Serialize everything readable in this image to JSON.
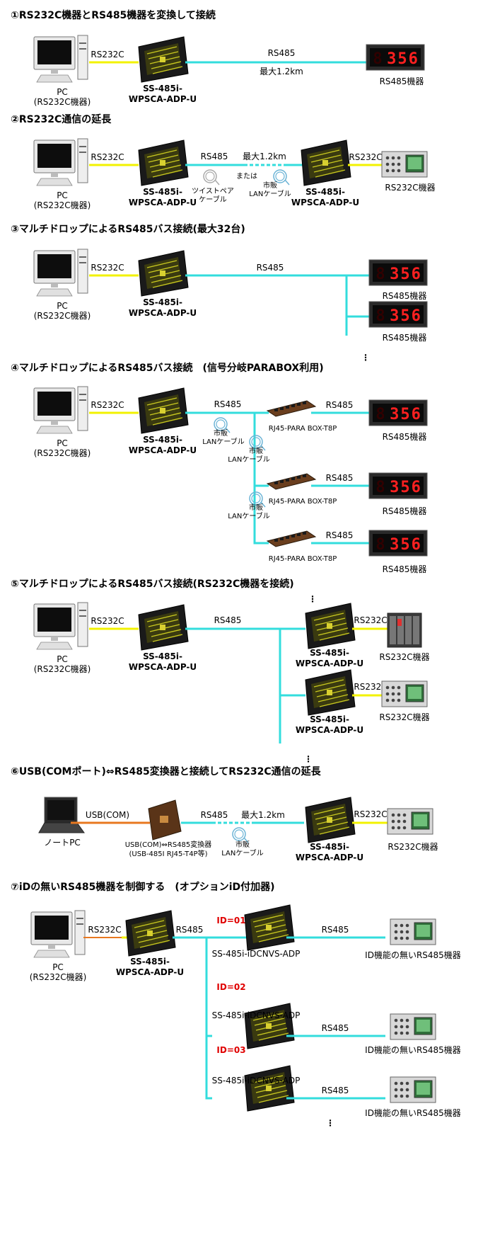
{
  "colors": {
    "rs232c": "#f2f200",
    "rs485": "#33dddd",
    "usb": "#e87820",
    "led": "#ff2020",
    "id_red": "#e00000"
  },
  "labels": {
    "pc": "PC",
    "pc_sub": "(RS232C機器)",
    "rs232c": "RS232C",
    "rs485": "RS485",
    "max_len": "最大1.2km",
    "dev_top": "SS-485i-",
    "dev_bot": "WPSCA-ADP-U",
    "rs485_device": "RS485機器",
    "rs232c_device": "RS232C機器",
    "led_digits": "356",
    "twisted_1": "ツイストペア",
    "twisted_2": "ケーブル",
    "or": "または",
    "market": "市販",
    "lan_cable": "LANケーブル",
    "parabox": "RJ45-PARA BOX-T8P",
    "usb_com": "USB(COM)",
    "notebook": "ノートPC",
    "usb_conv_1": "USB(COM)⇔RS485変換器",
    "usb_conv_2": "(USB-485I RJ45-T4P等)",
    "idcnvs": "SS-485i-iDCNVS-ADP",
    "no_id_device": "ID機能の無いRS485機器",
    "id1": "ID=01",
    "id2": "ID=02",
    "id3": "ID=03",
    "dots": "⋮"
  },
  "sections": [
    {
      "title": "①RS232C機器とRS485機器を変換して接続"
    },
    {
      "title": "②RS232C通信の延長"
    },
    {
      "title": "③マルチドロップによるRS485バス接続(最大32台)"
    },
    {
      "title": "④マルチドロップによるRS485バス接続　(信号分岐PARABOX利用)"
    },
    {
      "title": "⑤マルチドロップによるRS485バス接続(RS232C機器を接続)"
    },
    {
      "title": "⑥USB(COMポート)⇔RS485変換器と接続してRS232C通信の延長"
    },
    {
      "title": "⑦iDの無いRS485機器を制御する　(オプションiD付加器)"
    }
  ]
}
